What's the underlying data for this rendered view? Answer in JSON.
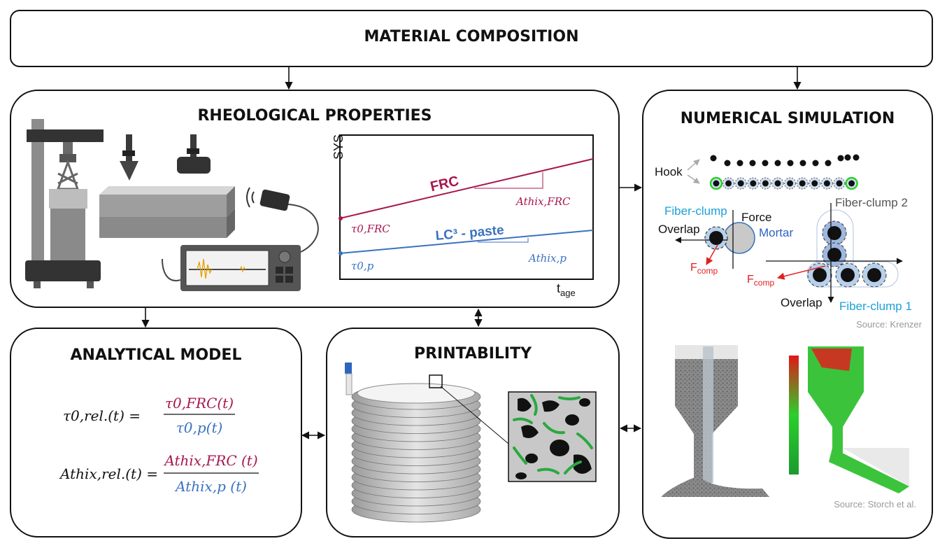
{
  "boxes": {
    "material_composition": "MATERIAL COMPOSITION",
    "rheological_properties": "RHEOLOGICAL PROPERTIES",
    "numerical_simulation": "NUMERICAL SIMULATION",
    "analytical_model": "ANALYTICAL MODEL",
    "printability": "PRINTABILITY"
  },
  "sys_chart": {
    "y_label": "SYS",
    "x_label": "t",
    "x_label_sub": "age",
    "frc_label": "FRC",
    "paste_label": "LC³ - paste",
    "frc_tau": "τ0,FRC",
    "paste_tau": "τ0,p",
    "frc_athix": "Athix,FRC",
    "paste_athix": "Athix,p",
    "colors": {
      "frc": "#a8174f",
      "paste": "#3a72c0"
    }
  },
  "simulation": {
    "hook": "Hook",
    "fiber_clump": "Fiber-clump",
    "fiber_clump_1": "Fiber-clump 1",
    "fiber_clump_2": "Fiber-clump 2",
    "force": "Force",
    "mortar": "Mortar",
    "overlap": "Overlap",
    "f_comp": "F",
    "f_comp_sub": "comp",
    "source_1": "Source: Krenzer",
    "source_2": "Source: Storch et al."
  },
  "analytical": {
    "eq1_lhs": "τ0,rel.(t) =",
    "eq1_num": "τ0,FRC(t)",
    "eq1_den": "τ0,p(t)",
    "eq2_lhs": "Athix,rel.(t) =",
    "eq2_num": "Athix,FRC (t)",
    "eq2_den": "Athix,p (t)"
  }
}
